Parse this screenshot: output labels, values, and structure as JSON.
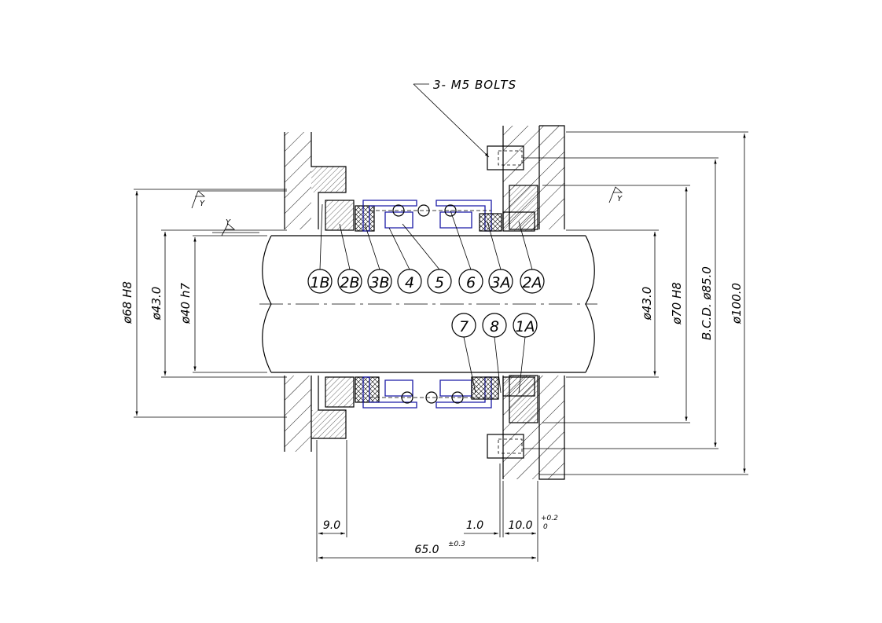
{
  "callout": {
    "bolts": "3- M5 BOLTS"
  },
  "balloons": {
    "b1B": "1B",
    "b2B": "2B",
    "b3B": "3B",
    "b4": "4",
    "b5": "5",
    "b6": "6",
    "b3A": "3A",
    "b2A": "2A",
    "b7": "7",
    "b8": "8",
    "b1A": "1A"
  },
  "dimensions": {
    "d68": "ø68  H8",
    "d43_left": "ø43.0",
    "d40": "ø40  h7",
    "d43_right": "ø43.0",
    "d70": "ø70  H8",
    "bcd": "B.C.D. ø85.0",
    "d100": "ø100.0",
    "w9": "9.0",
    "w1": "1.0",
    "w10": "10.0",
    "tol10_upper": "+0.2",
    "tol10_lower": "0",
    "w65": "65.0",
    "tol65": "±0.3"
  },
  "surface_marks": {
    "y1": "Y",
    "y2": "Y",
    "y3": "Y"
  },
  "colors": {
    "line": "#000000",
    "seal_outline": "#1a1aa6"
  }
}
